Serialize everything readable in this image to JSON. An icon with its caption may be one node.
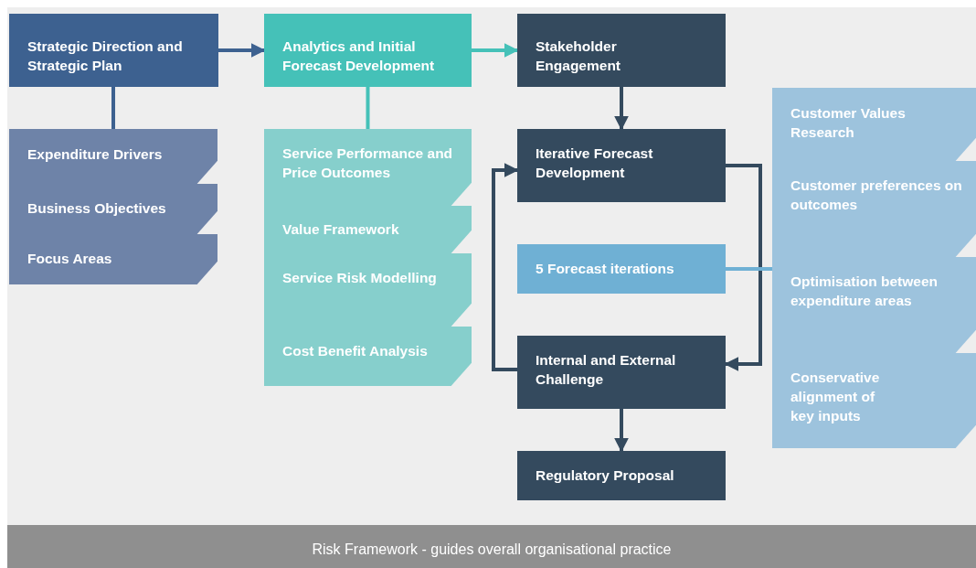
{
  "diagram": {
    "nodes": [
      {
        "text": [
          "Strategic Direction and Strategic Plan"
        ]
      },
      {
        "text": [
          "Analytics and Initial Forecast Development"
        ]
      },
      {
        "text": [
          "Stakeholder Engagement"
        ]
      },
      {
        "text": [
          "Expenditure Drivers"
        ]
      },
      {
        "text": [
          "Business Objectives"
        ]
      },
      {
        "text": [
          "Focus Areas"
        ]
      },
      {
        "text": [
          "Service Performance and Price Outcomes"
        ]
      },
      {
        "text": [
          "Value Framework"
        ]
      },
      {
        "text": [
          "Service Risk Modelling"
        ]
      },
      {
        "text": [
          "Cost Benefit Analysis"
        ]
      },
      {
        "text": [
          "Iterative Forecast Development"
        ]
      },
      {
        "text": [
          "5 Forecast iterations"
        ]
      },
      {
        "text": [
          "Internal and External Challenge"
        ]
      },
      {
        "text": [
          "Regulatory Proposal"
        ]
      },
      {
        "text": [
          "Customer Values Research"
        ]
      },
      {
        "text": [
          "Customer preferences on outcomes"
        ]
      },
      {
        "text": [
          "Optimisation between expenditure areas"
        ]
      },
      {
        "text": [
          "Conservative alignment of key inputs"
        ]
      },
      {
        "text": [
          "Risk Framework - guides overall organisational practice"
        ]
      }
    ],
    "edges": [
      {
        "from": 0,
        "to": 1,
        "arrow": "to",
        "color": "#3d6190"
      },
      {
        "from": 1,
        "to": 2,
        "arrow": "to",
        "color": "#45c1b8"
      },
      {
        "from": 0,
        "to": 3,
        "arrow": "none",
        "color": "#3d6190"
      },
      {
        "from": 1,
        "to": 6,
        "arrow": "none",
        "color": "#45c1b8"
      },
      {
        "from": 2,
        "to": 10,
        "arrow": "to"
      },
      {
        "from": 10,
        "to": 12,
        "arrow": "to"
      },
      {
        "from": 12,
        "to": 10,
        "arrow": "to"
      },
      {
        "from": 11,
        "to": 16,
        "arrow": "none",
        "color": "#6fb0d4"
      },
      {
        "from": 12,
        "to": 13,
        "arrow": "to"
      }
    ]
  }
}
